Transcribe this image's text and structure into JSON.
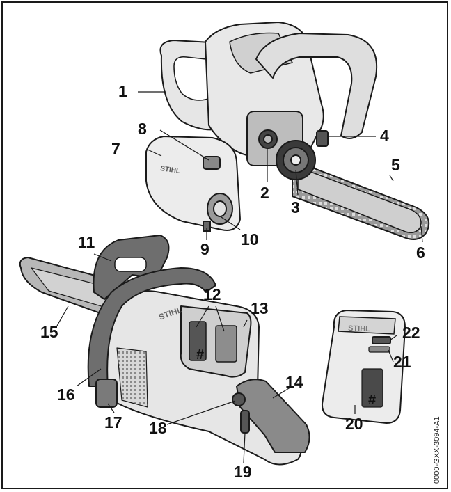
{
  "figure": {
    "callouts": [
      "1",
      "2",
      "3",
      "4",
      "5",
      "6",
      "7",
      "8",
      "9",
      "10",
      "11",
      "12",
      "13",
      "14",
      "15",
      "16",
      "17",
      "18",
      "19",
      "20",
      "21",
      "22"
    ],
    "hash_mark": "#",
    "document_ref": "0000-GXX-3094-A1",
    "brand_text": "STIHL"
  },
  "colors": {
    "line": "#1a1a1a",
    "body_fill": "#e4e4e4",
    "body_light": "#f0f0f0",
    "bar_fill": "#c8c8c8",
    "handle_dark": "#6e6e6e",
    "shadow": "#9a9a9a"
  }
}
